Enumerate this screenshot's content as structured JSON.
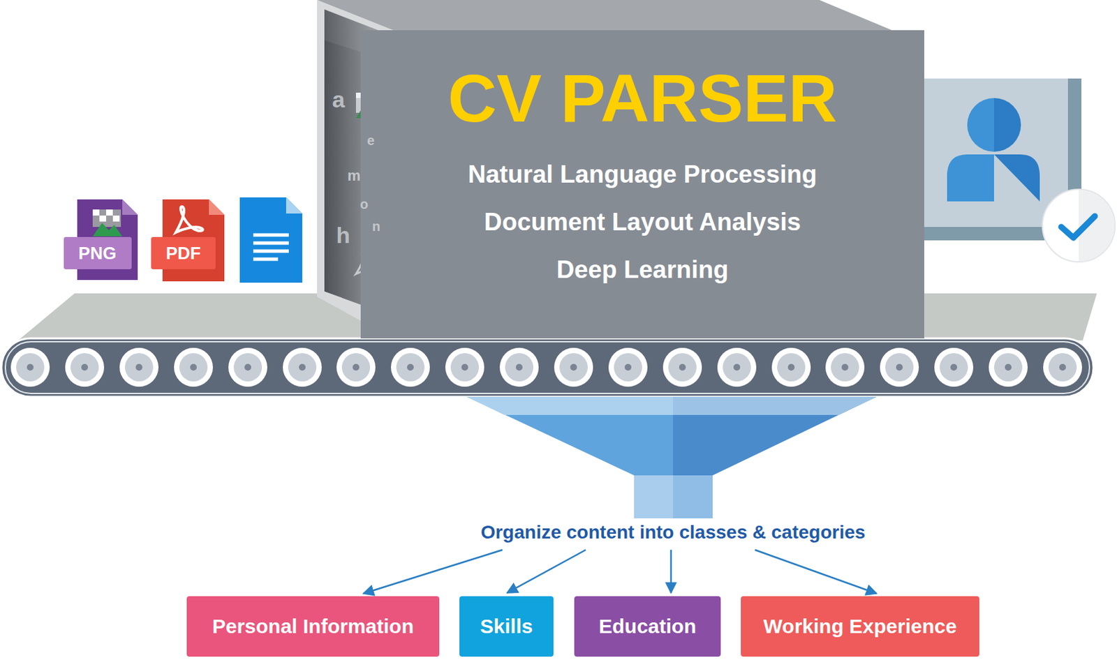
{
  "diagram": {
    "nodes": [
      {
        "text": [
          "CV PARSER",
          "Natural Language Processing",
          "Document Layout Analysis",
          "Deep Learning"
        ]
      },
      {
        "text": [
          "PNG"
        ]
      },
      {
        "text": [
          "PDF"
        ]
      },
      {
        "text": [
          "Personal Information"
        ]
      },
      {
        "text": [
          "Skills"
        ]
      },
      {
        "text": [
          "Education"
        ]
      },
      {
        "text": [
          "Working Experience"
        ]
      }
    ],
    "labels": [
      "a",
      "e",
      "m",
      "o",
      "n",
      "h",
      "Organize content into classes & categories"
    ]
  }
}
